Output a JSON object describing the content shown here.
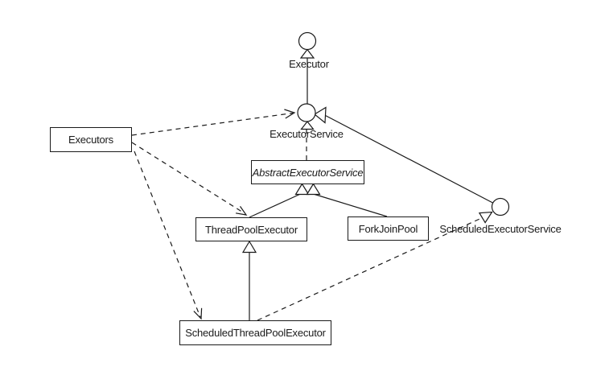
{
  "colors": {
    "line": "#1a1a1a",
    "background": "#ffffff",
    "node_fill": "#ffffff"
  },
  "nodes": {
    "executor": {
      "label": "Executor",
      "type": "interface"
    },
    "executor_service": {
      "label": "ExecutorService",
      "type": "interface"
    },
    "scheduled_executor_service": {
      "label": "ScheduledExecutorService",
      "type": "interface"
    },
    "executors": {
      "label": "Executors",
      "type": "class"
    },
    "abstract_executor_service": {
      "label": "AbstractExecutorService",
      "type": "abstract class"
    },
    "thread_pool_executor": {
      "label": "ThreadPoolExecutor",
      "type": "class"
    },
    "fork_join_pool": {
      "label": "ForkJoinPool",
      "type": "class"
    },
    "scheduled_thread_pool_executor": {
      "label": "ScheduledThreadPoolExecutor",
      "type": "class"
    }
  },
  "edges": [
    {
      "from": "ExecutorService",
      "to": "Executor",
      "relation": "generalization",
      "line": "solid"
    },
    {
      "from": "ScheduledExecutorService",
      "to": "ExecutorService",
      "relation": "generalization",
      "line": "solid"
    },
    {
      "from": "AbstractExecutorService",
      "to": "ExecutorService",
      "relation": "realization",
      "line": "dashed"
    },
    {
      "from": "ThreadPoolExecutor",
      "to": "AbstractExecutorService",
      "relation": "generalization",
      "line": "solid"
    },
    {
      "from": "ForkJoinPool",
      "to": "AbstractExecutorService",
      "relation": "generalization",
      "line": "solid"
    },
    {
      "from": "ScheduledThreadPoolExecutor",
      "to": "ThreadPoolExecutor",
      "relation": "generalization",
      "line": "solid"
    },
    {
      "from": "ScheduledThreadPoolExecutor",
      "to": "ScheduledExecutorService",
      "relation": "realization",
      "line": "dashed"
    },
    {
      "from": "Executors",
      "to": "ExecutorService",
      "relation": "dependency",
      "line": "dashed"
    },
    {
      "from": "Executors",
      "to": "ThreadPoolExecutor",
      "relation": "dependency",
      "line": "dashed"
    },
    {
      "from": "Executors",
      "to": "ScheduledThreadPoolExecutor",
      "relation": "dependency",
      "line": "dashed"
    }
  ]
}
